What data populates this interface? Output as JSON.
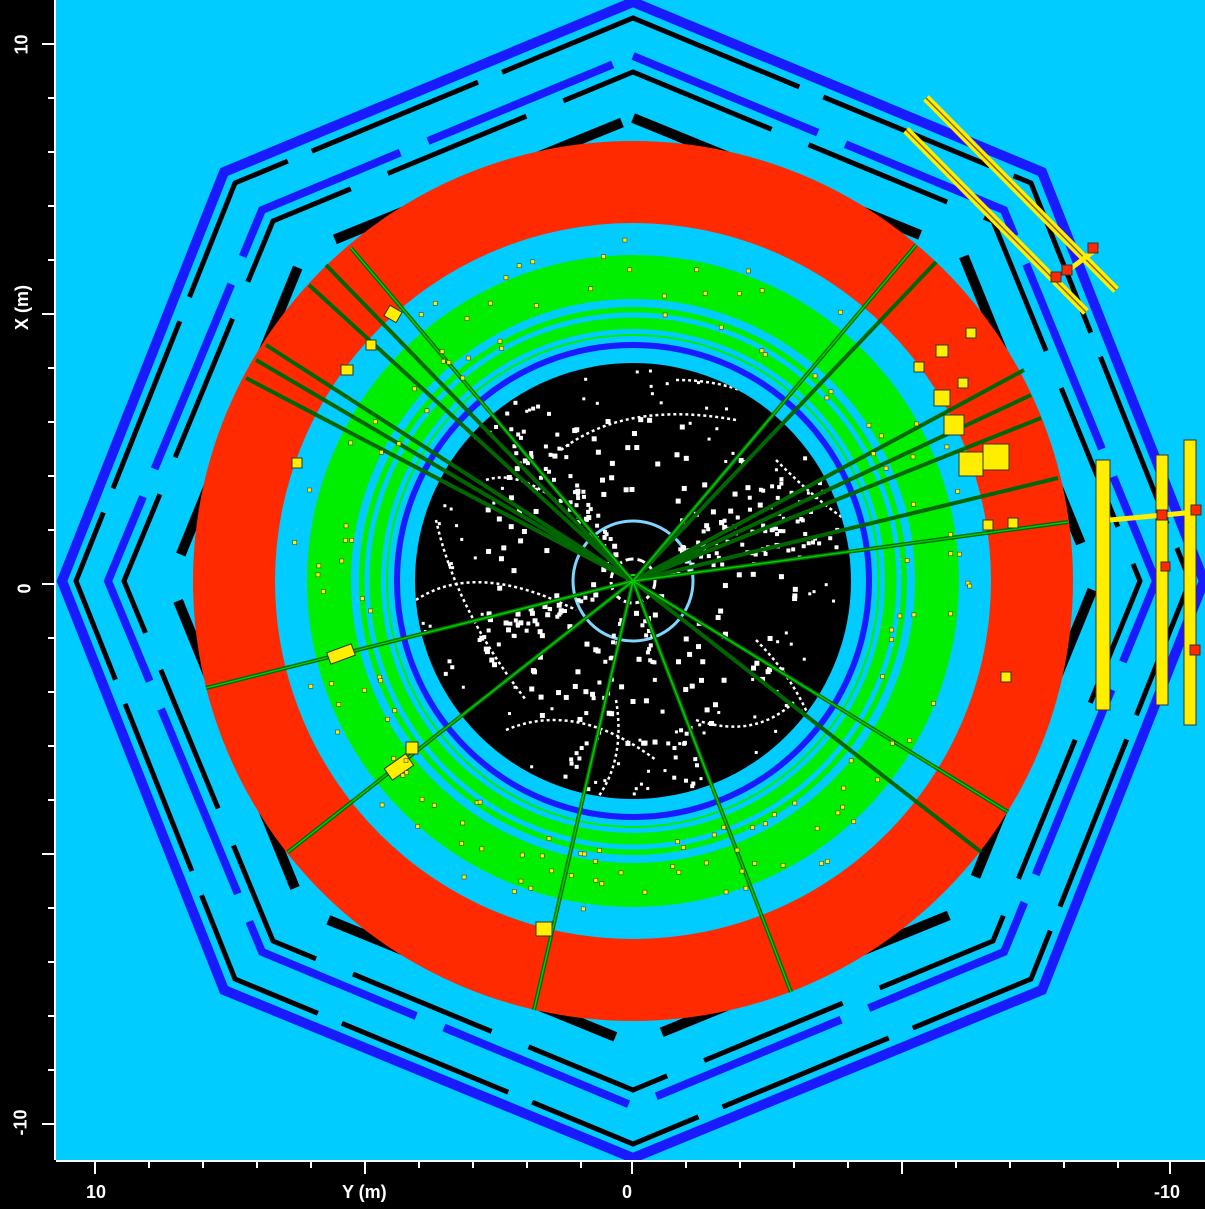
{
  "axes": {
    "x_axis_title": "Y (m)",
    "y_axis_title": "X (m)",
    "x_ticks": [
      "10",
      "0",
      "-10"
    ],
    "y_ticks": [
      "10",
      "0",
      "-10"
    ]
  },
  "colors": {
    "background": "#00ccff",
    "red_calorimeter": "#ff2a00",
    "green_calorimeter": "#00ee00",
    "inner_detector": "#000000",
    "muon_chambers_black": "#000000",
    "muon_chambers_blue": "#1a1aff",
    "muon_hits_yellow": "#ffee00",
    "tracks": "#ffffff",
    "jets": "#00aa00"
  }
}
